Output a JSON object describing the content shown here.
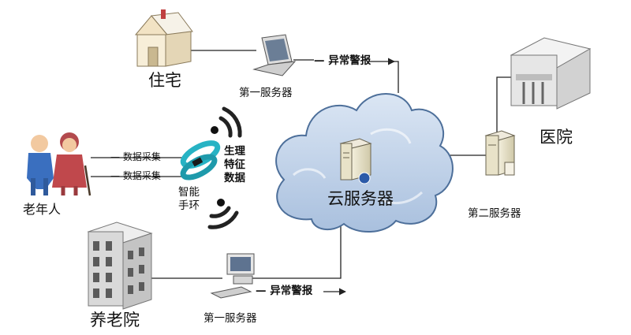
{
  "nodes": {
    "residence": "住宅",
    "first_server_top": "第一服务器",
    "elderly": "老年人",
    "smart_bracelet": "智能手环",
    "physio_data": "生理特征数据",
    "cloud_server": "云服务器",
    "hospital": "医院",
    "second_server": "第二服务器",
    "nursing_home": "养老院",
    "first_server_bottom": "第一服务器"
  },
  "edges": {
    "alarm_top": "— 异常警报",
    "collect_1": "— 数据采集",
    "collect_2": "— 数据采集",
    "alarm_bottom": "— 异常警报"
  },
  "colors": {
    "cloud": "#c3d4ea",
    "bracelet": "#27b3c4",
    "elderly_left": "#3a6fbf",
    "elderly_right": "#c0484c",
    "line": "#222222"
  }
}
